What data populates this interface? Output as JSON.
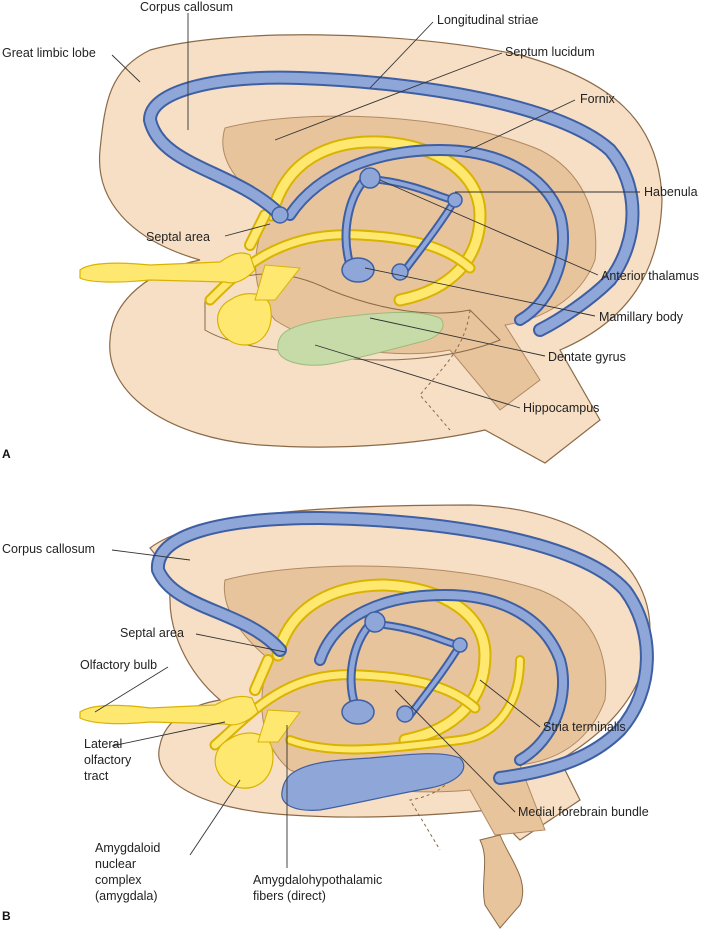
{
  "colors": {
    "outer_lobe": "#F6DFC4",
    "inner_region": "#E8C49C",
    "blue_tract": "#8FA7D8",
    "blue_outline": "#3F5FA3",
    "yellow_tract": "#FFE870",
    "yellow_outline": "#D9B300",
    "green_region": "#C6DBA8",
    "outline": "#8C6A48"
  },
  "panel_a": {
    "letter": "A",
    "labels": {
      "corpus_callosum": "Corpus callosum",
      "great_limbic_lobe": "Great limbic lobe",
      "longitudinal_striae": "Longitudinal striae",
      "septum_lucidum": "Septum lucidum",
      "fornix": "Fornix",
      "habenula": "Habenula",
      "septal_area": "Septal area",
      "anterior_thalamus": "Anterior thalamus",
      "mamillary_body": "Mamillary body",
      "dentate_gyrus": "Dentate gyrus",
      "hippocampus": "Hippocampus"
    }
  },
  "panel_b": {
    "letter": "B",
    "labels": {
      "corpus_callosum": "Corpus callosum",
      "septal_area": "Septal area",
      "olfactory_bulb": "Olfactory bulb",
      "lateral_olfactory_tract": [
        "Lateral",
        "olfactory",
        "tract"
      ],
      "stria_terminalis": "Stria terminalis",
      "medial_forebrain_bundle": "Medial forebrain bundle",
      "amygdaloid_nuclear_complex": [
        "Amygdaloid",
        "nuclear",
        "complex",
        "(amygdala)"
      ],
      "amygdalohypothalamic_fibers": [
        "Amygdalohypothalamic",
        "fibers (direct)"
      ]
    }
  }
}
